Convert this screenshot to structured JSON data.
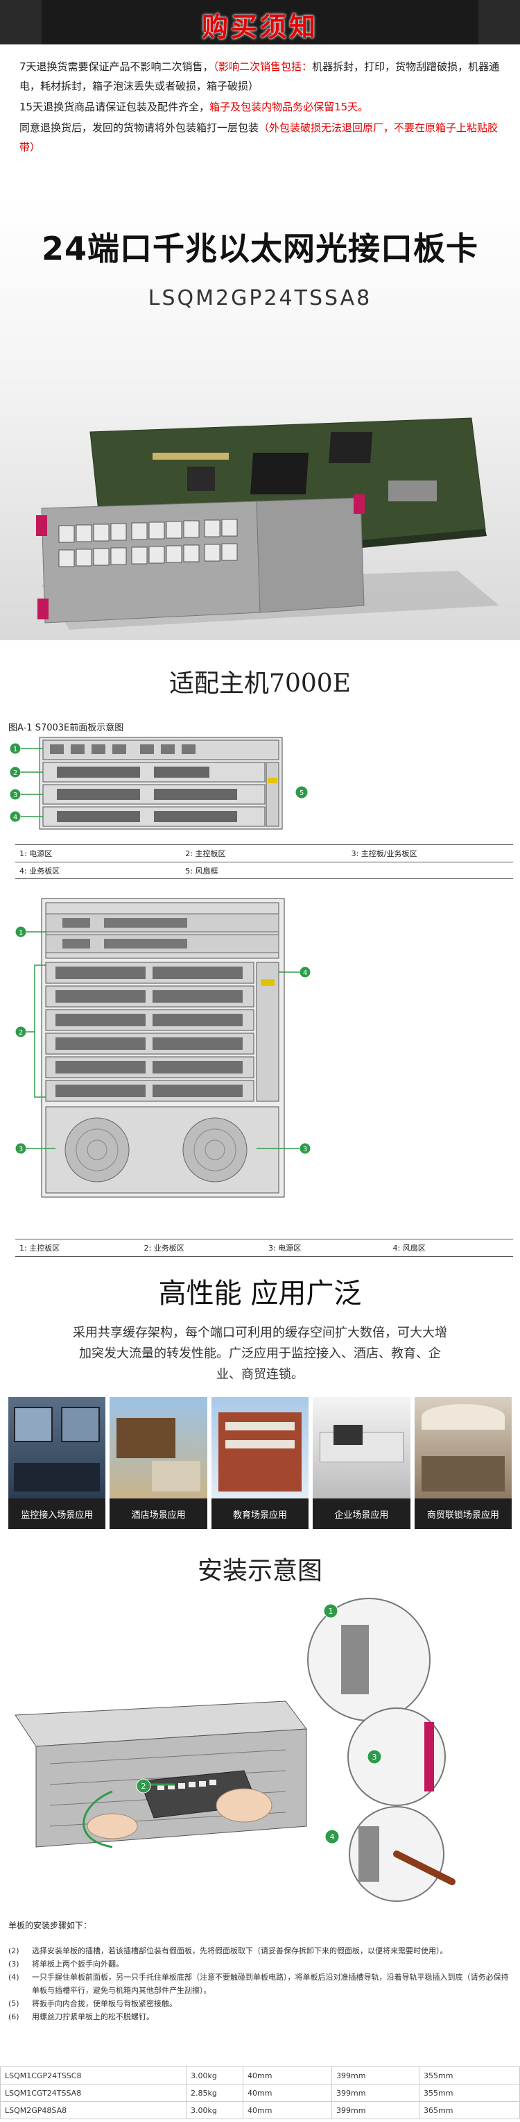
{
  "notice": {
    "title": "购买须知",
    "line1_a": "7天退换货需要保证产品不影响二次销售，",
    "line1_b": "（影响二次销售包括：",
    "line1_c": "机器拆封，打印，货物刮蹭破损，机器通电，耗材拆封，箱子泡沫丢失或者破损，箱子破损）",
    "line2_a": "15天退换货商品请保证包装及配件齐全，",
    "line2_b": "箱子及包装内物品务必保留15天。",
    "line3_a": "同意退换货后，发回的货物请将外包装箱打一层包装",
    "line3_b": "（外包装破损无法退回原厂，不要在原箱子上粘贴胶带）"
  },
  "hero": {
    "title": "24端口千兆以太网光接口板卡",
    "model": "LSQM2GP24TSSA8"
  },
  "compat": {
    "title": "适配主机7000E",
    "figure_caption": "图A-1 S7003E前面板示意图",
    "legend1": [
      [
        "1: 电源区",
        "2: 主控板区",
        "3: 主控板/业务板区"
      ],
      [
        "4: 业务板区",
        "5: 风扇框",
        ""
      ]
    ],
    "legend2": [
      "1: 主控板区",
      "2: 业务板区",
      "3: 电源区",
      "4: 风扇区"
    ],
    "callouts": [
      "1",
      "2",
      "3",
      "4",
      "5"
    ]
  },
  "performance": {
    "title": "高性能 应用广泛",
    "desc": "采用共享缓存架构，每个端口可利用的缓存空间扩大数倍，可大大增加突发大流量的转发性能。广泛应用于监控接入、酒店、教育、企业、商贸连锁。",
    "scenes": [
      "监控接入场景应用",
      "酒店场景应用",
      "教育场景应用",
      "企业场景应用",
      "商贸联锁场景应用"
    ]
  },
  "install": {
    "title": "安装示意图",
    "steps_head": "单板的安装步骤如下：",
    "steps": [
      [
        "(2)",
        "选择安装单板的插槽，若该插槽部位装有假面板，先将假面板取下（请妥善保存拆卸下来的假面板，以便将来需要时使用）。"
      ],
      [
        "(3)",
        "将单板上两个扳手向外翻。"
      ],
      [
        "(4)",
        "一只手握住单板前面板，另一只手托住单板底部（注意不要触碰到单板电路），将单板后沿对准插槽导轨，沿着导轨平稳插入到底（请务必保持单板与插槽平行，避免与机箱内其他部件产生刮擦）。"
      ],
      [
        "(5)",
        "将扳手向内合拢，使单板与背板紧密接触。"
      ],
      [
        "(6)",
        "用螺丝刀拧紧单板上的松不脱螺钉。"
      ]
    ]
  },
  "spec_table": [
    [
      "LSQM1CGP24TSSC8",
      "3.00kg",
      "40mm",
      "399mm",
      "355mm"
    ],
    [
      "LSQM1CGT24TSSA8",
      "2.85kg",
      "40mm",
      "399mm",
      "355mm"
    ],
    [
      "LSQM2GP48SA8",
      "3.00kg",
      "40mm",
      "399mm",
      "365mm"
    ]
  ],
  "colors": {
    "accent_red": "#e40000",
    "notice_bar": "#1a1a1a",
    "callout_green": "#2e9b4a",
    "board_green": "#3b4f2f",
    "port_pink": "#c2185b"
  }
}
